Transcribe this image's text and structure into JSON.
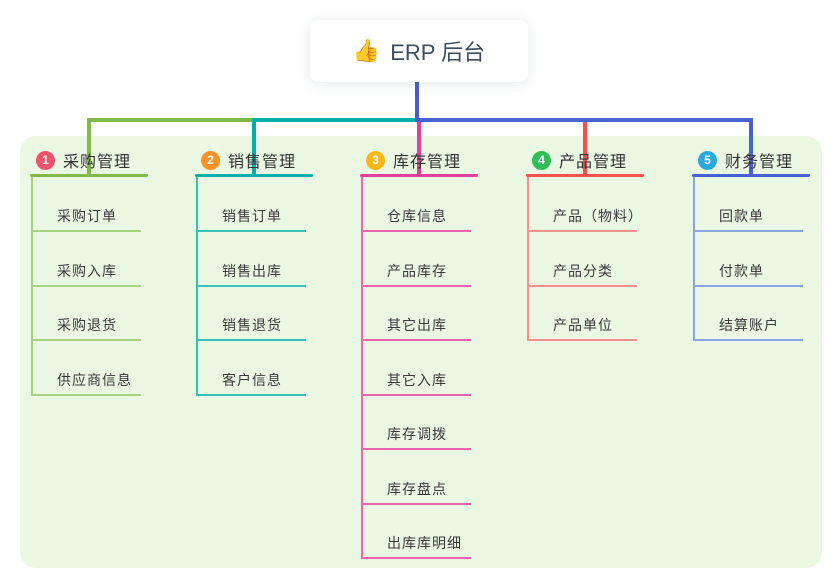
{
  "root": {
    "label": "ERP 后台",
    "emoji": "👍"
  },
  "canvas": {
    "page_bg": "#ffffff",
    "panel_bg": "#e9f7e3",
    "connector_color": "#4c5ac4"
  },
  "branches": [
    {
      "badge": "1",
      "label": "采购管理",
      "badge_color": "#f0536e",
      "line_color": "#82ba4a",
      "sub_line_color": "#a3d47d",
      "items": [
        "采购订单",
        "采购入库",
        "采购退货",
        "供应商信息"
      ]
    },
    {
      "badge": "2",
      "label": "销售管理",
      "badge_color": "#fb9226",
      "line_color": "#00b0a9",
      "sub_line_color": "#35c2ba",
      "items": [
        "销售订单",
        "销售出库",
        "销售退货",
        "客户信息"
      ]
    },
    {
      "badge": "3",
      "label": "库存管理",
      "badge_color": "#fcb715",
      "line_color": "#e0409c",
      "sub_line_color": "#ee64af",
      "items": [
        "仓库信息",
        "产品库存",
        "其它出库",
        "其它入库",
        "库存调拨",
        "库存盘点",
        "出库库明细"
      ]
    },
    {
      "badge": "4",
      "label": "产品管理",
      "badge_color": "#2fbd59",
      "line_color": "#f5504d",
      "sub_line_color": "#f98f8d",
      "items": [
        "产品（物料）",
        "产品分类",
        "产品单位"
      ]
    },
    {
      "badge": "5",
      "label": "财务管理",
      "badge_color": "#2aa8e0",
      "line_color": "#4662d2",
      "sub_line_color": "#8aa3e6",
      "items": [
        "回款单",
        "付款单",
        "结算账户"
      ]
    }
  ]
}
